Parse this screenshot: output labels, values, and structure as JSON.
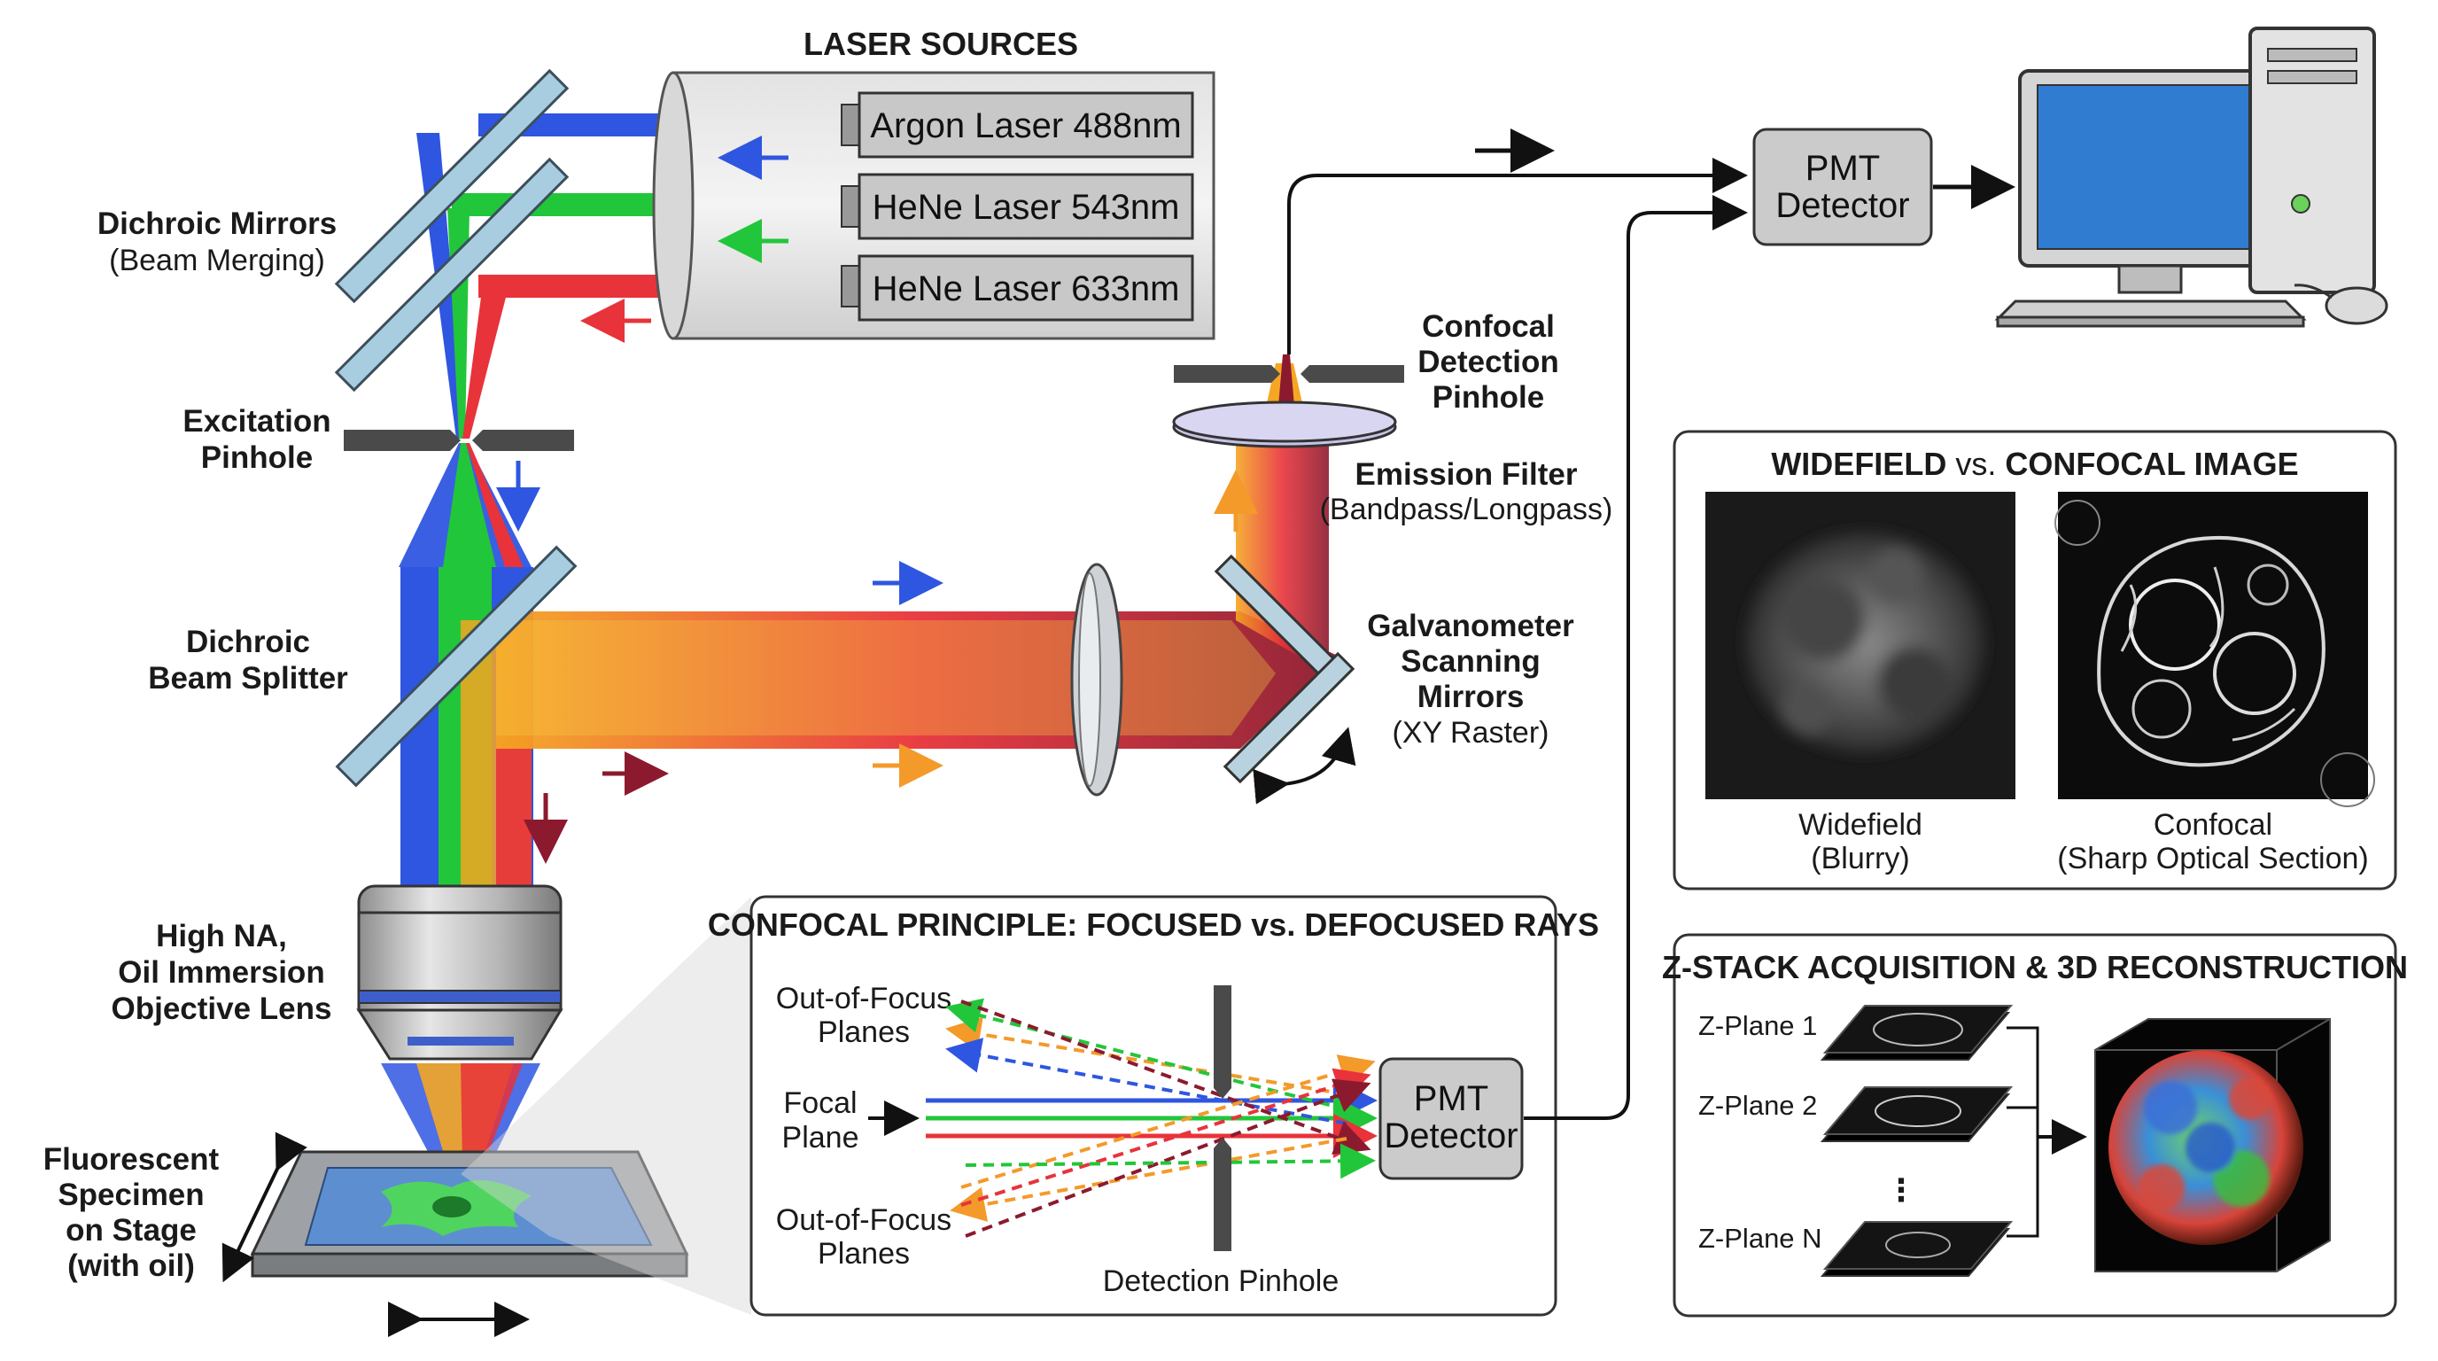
{
  "laser_sources": {
    "title": "LASER SOURCES",
    "lasers": [
      {
        "label": "Argon Laser 488nm",
        "color": "#2f56e0"
      },
      {
        "label": "HeNe Laser 543nm",
        "color": "#22c63a"
      },
      {
        "label": "HeNe Laser 633nm",
        "color": "#e8333a"
      }
    ]
  },
  "labels": {
    "dichroic_mirrors": "Dichroic Mirrors",
    "dichroic_mirrors_sub": "(Beam Merging)",
    "excitation_pinhole_1": "Excitation",
    "excitation_pinhole_2": "Pinhole",
    "beam_splitter_1": "Dichroic",
    "beam_splitter_2": "Beam Splitter",
    "objective_1": "High NA,",
    "objective_2": "Oil Immersion",
    "objective_3": "Objective Lens",
    "specimen_1": "Fluorescent",
    "specimen_2": "Specimen",
    "specimen_3": "on Stage",
    "specimen_4": "(with oil)",
    "confocal_pinhole_1": "Confocal",
    "confocal_pinhole_2": "Detection",
    "confocal_pinhole_3": "Pinhole",
    "emission_filter": "Emission Filter",
    "emission_filter_sub": "(Bandpass/Longpass)",
    "galvo_1": "Galvanometer",
    "galvo_2": "Scanning",
    "galvo_3": "Mirrors",
    "galvo_sub": "(XY Raster)",
    "pmt_1": "PMT",
    "pmt_2": "Detector"
  },
  "widefield_panel": {
    "title_a": "WIDEFIELD",
    "title_vs": " vs. ",
    "title_b": "CONFOCAL IMAGE",
    "left_caption_1": "Widefield",
    "left_caption_2": "(Blurry)",
    "right_caption_1": "Confocal",
    "right_caption_2": "(Sharp Optical Section)"
  },
  "principle_panel": {
    "title": "CONFOCAL PRINCIPLE: FOCUSED vs. DEFOCUSED RAYS",
    "out_focus_top_1": "Out-of-Focus",
    "out_focus_top_2": "Planes",
    "focal_1": "Focal",
    "focal_2": "Plane",
    "out_focus_bottom_1": "Out-of-Focus",
    "out_focus_bottom_2": "Planes",
    "pinhole_label": "Detection Pinhole",
    "pmt_1": "PMT",
    "pmt_2": "Detector"
  },
  "zstack_panel": {
    "title": "Z-STACK ACQUISITION & 3D RECONSTRUCTION",
    "plane_1": "Z-Plane 1",
    "plane_2": "Z-Plane 2",
    "ellipsis": "⋮",
    "plane_n": "Z-Plane N"
  },
  "colors": {
    "blue": "#2f56e0",
    "green": "#22c63a",
    "red": "#e8333a",
    "orange": "#f39a2a",
    "maroon": "#8c1a2e",
    "panel_border": "#333333"
  }
}
